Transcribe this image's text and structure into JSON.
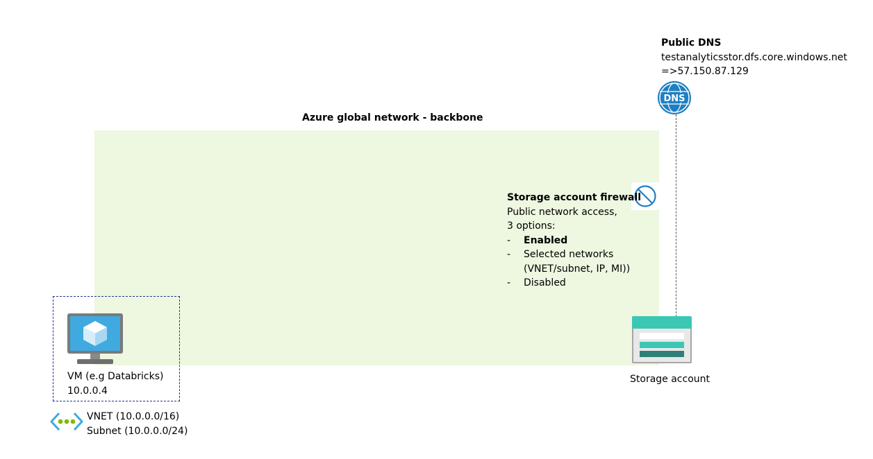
{
  "backbone": {
    "title": "Azure global network - backbone"
  },
  "public_dns": {
    "title": "Public DNS",
    "hostname": "testanalyticsstor.dfs.core.windows.net",
    "ip": "=>57.150.87.129",
    "icon_text": "DNS"
  },
  "firewall": {
    "title": "Storage account firewall",
    "line1": "Public network access,",
    "line2": "3 options:",
    "options": [
      {
        "dash": "-",
        "label": "Enabled"
      },
      {
        "dash": "-",
        "label": "Selected networks"
      },
      {
        "label": "(VNET/subnet, IP, MI))"
      },
      {
        "dash": "-",
        "label": "Disabled"
      }
    ]
  },
  "vm": {
    "label": "VM (e.g Databricks)",
    "ip": "10.0.0.4"
  },
  "vnet": {
    "vnet_label": "VNET (10.0.0.0/16)",
    "subnet_label": "Subnet (10.0.0.0/24)"
  },
  "storage": {
    "label": "Storage account"
  },
  "colors": {
    "backbone_fill": "#eef7e0",
    "dns_blue": "#1f7fc1",
    "storage_teal": "#3cc7b4",
    "storage_dark": "#2e7f78",
    "vm_blue": "#3fa9e0",
    "vnet_green": "#7fba00",
    "dashed_border": "#1f2f8f"
  }
}
